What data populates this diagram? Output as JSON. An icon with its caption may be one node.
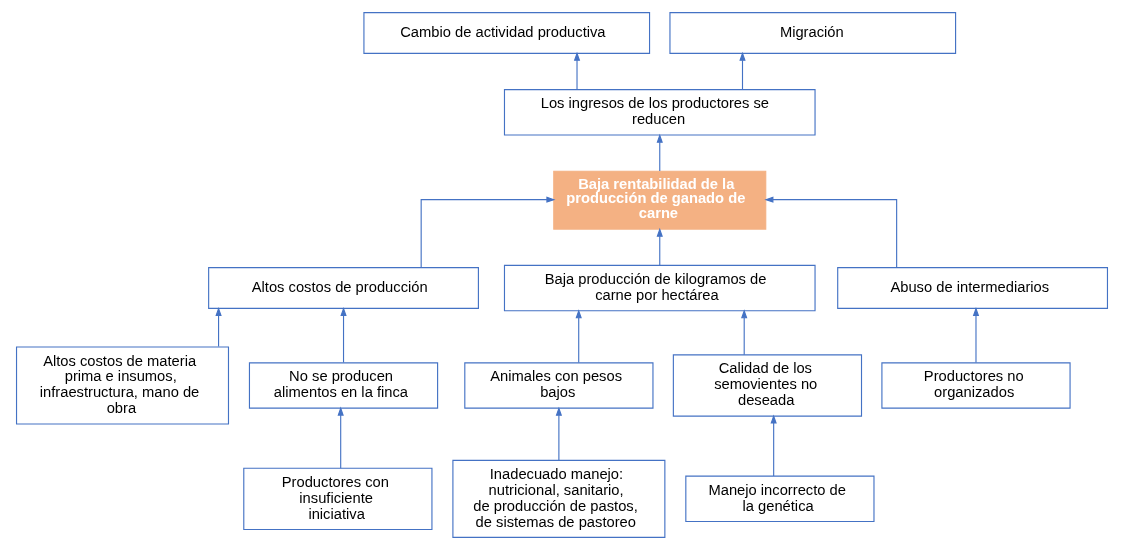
{
  "diagram": {
    "nodes": [
      {
        "text": [
          "Cambio de actividad productiva"
        ]
      },
      {
        "text": [
          "Migración"
        ]
      },
      {
        "text": [
          "Los ingresos de los productores se reducen"
        ]
      },
      {
        "text": [
          "Baja rentabilidad de la producción de ganado de carne"
        ]
      },
      {
        "text": [
          "Altos costos de producción"
        ]
      },
      {
        "text": [
          "Baja producción de kilogramos de carne por hectárea"
        ]
      },
      {
        "text": [
          "Abuso de intermediarios"
        ]
      },
      {
        "text": [
          "Altos costos de materia prima e insumos, infraestructura, mano de obra"
        ]
      },
      {
        "text": [
          "No se producen alimentos en la finca"
        ]
      },
      {
        "text": [
          "Animales con pesos bajos"
        ]
      },
      {
        "text": [
          "Calidad de los semovientes no deseada"
        ]
      },
      {
        "text": [
          "Productores no organizados"
        ]
      },
      {
        "text": [
          "Productores con insuficiente iniciativa"
        ]
      },
      {
        "text": [
          "Inadecuado manejo: nutricional, sanitario, de producción de pastos, de sistemas de pastoreo"
        ]
      },
      {
        "text": [
          "Manejo incorrecto de la genética"
        ]
      }
    ],
    "edges": [
      {
        "from": 2,
        "to": 0,
        "arrow": "to"
      },
      {
        "from": 2,
        "to": 1,
        "arrow": "to"
      },
      {
        "from": 3,
        "to": 2,
        "arrow": "to"
      },
      {
        "from": 4,
        "to": 3,
        "arrow": "to"
      },
      {
        "from": 5,
        "to": 3,
        "arrow": "to"
      },
      {
        "from": 6,
        "to": 3,
        "arrow": "to"
      },
      {
        "from": 7,
        "to": 4,
        "arrow": "to"
      },
      {
        "from": 8,
        "to": 4,
        "arrow": "to"
      },
      {
        "from": 9,
        "to": 5,
        "arrow": "to"
      },
      {
        "from": 10,
        "to": 5,
        "arrow": "to"
      },
      {
        "from": 11,
        "to": 6,
        "arrow": "to"
      },
      {
        "from": 12,
        "to": 8,
        "arrow": "to"
      },
      {
        "from": 13,
        "to": 9,
        "arrow": "to"
      },
      {
        "from": 14,
        "to": 10,
        "arrow": "to"
      }
    ]
  }
}
